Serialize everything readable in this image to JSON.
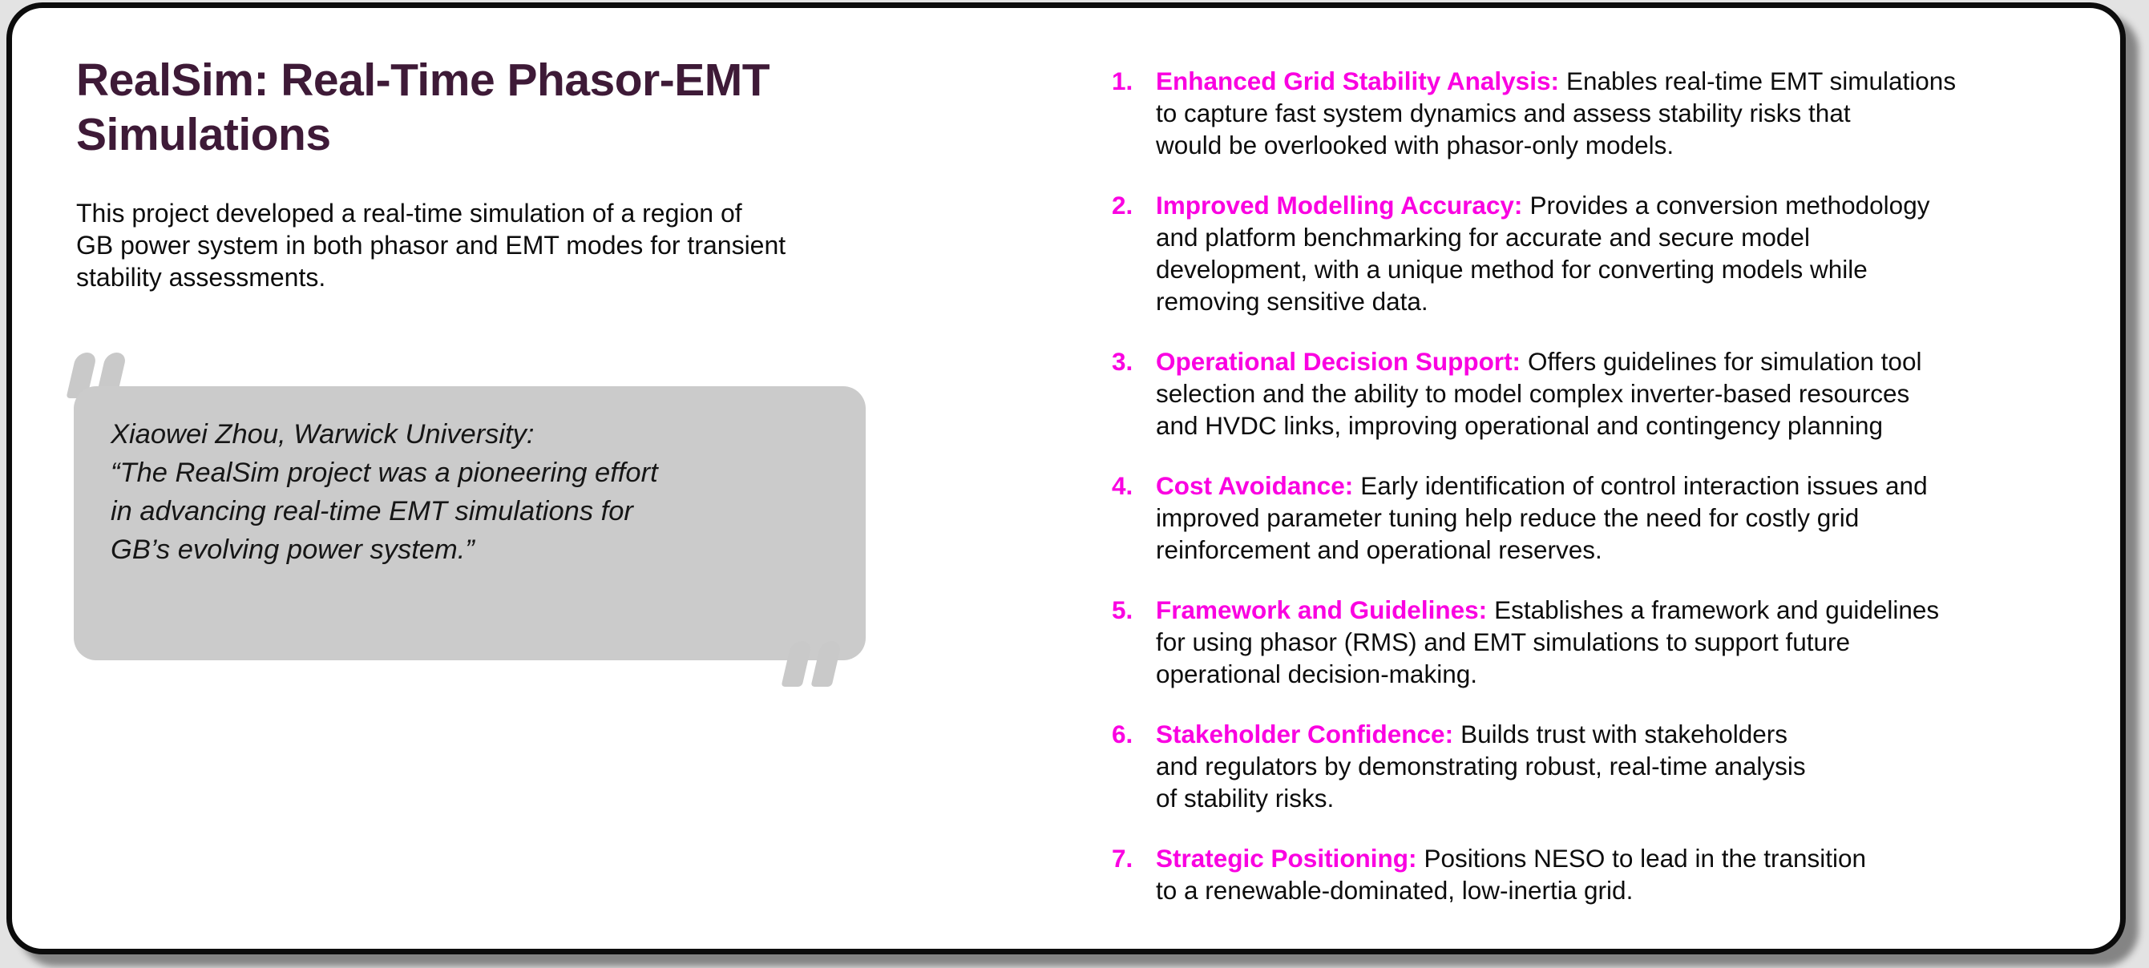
{
  "colors": {
    "accent_magenta": "#fa00e1",
    "title_purple": "#3e1a37",
    "quote_box_gray": "#cbcbcb",
    "quote_mark_gray": "#c9c9c9",
    "card_border": "#0c0c0c",
    "page_bg": "#e3e3e3",
    "text_black": "#0d0d0d"
  },
  "header": {
    "title_lines": [
      "RealSim: Real-Time Phasor-EMT",
      "Simulations"
    ]
  },
  "intro": {
    "lines": [
      "This project developed a real-time simulation of a region of",
      "GB power system in both phasor and EMT modes for transient",
      "stability assessments."
    ]
  },
  "quote": {
    "attribution": "Xiaowei Zhou, Warwick University:",
    "lines": [
      "“The RealSim project was a pioneering effort",
      "in advancing real-time EMT simulations for",
      "GB’s evolving power system.”"
    ]
  },
  "benefits": [
    {
      "number": "1.",
      "heading": "Enhanced Grid Stability Analysis:",
      "description_lines": [
        "Enables real-time EMT simulations",
        "to capture fast system dynamics and assess stability risks that",
        "would be overlooked with phasor-only models."
      ]
    },
    {
      "number": "2.",
      "heading": "Improved Modelling Accuracy:",
      "description_lines": [
        "Provides a conversion methodology",
        "and platform benchmarking for accurate and secure model",
        "development, with a unique method for converting models while",
        "removing sensitive data."
      ]
    },
    {
      "number": "3.",
      "heading": "Operational Decision Support:",
      "description_lines": [
        "Offers guidelines for simulation tool",
        "selection and the ability to model complex inverter-based resources",
        "and HVDC links, improving operational and contingency planning"
      ]
    },
    {
      "number": "4.",
      "heading": "Cost Avoidance:",
      "description_lines": [
        "Early identification of control interaction issues and",
        "improved parameter tuning help reduce the need for costly grid",
        "reinforcement and operational reserves."
      ]
    },
    {
      "number": "5.",
      "heading": "Framework and Guidelines:",
      "description_lines": [
        "Establishes a framework and guidelines",
        "for using phasor (RMS) and EMT simulations to support future",
        "operational decision-making."
      ]
    },
    {
      "number": "6.",
      "heading": "Stakeholder Confidence:",
      "description_lines": [
        "Builds trust with stakeholders",
        "and regulators by demonstrating robust, real-time analysis",
        "of stability risks."
      ]
    },
    {
      "number": "7.",
      "heading": "Strategic Positioning:",
      "description_lines": [
        "Positions NESO to lead in the transition",
        "to a renewable-dominated, low-inertia grid."
      ]
    }
  ]
}
